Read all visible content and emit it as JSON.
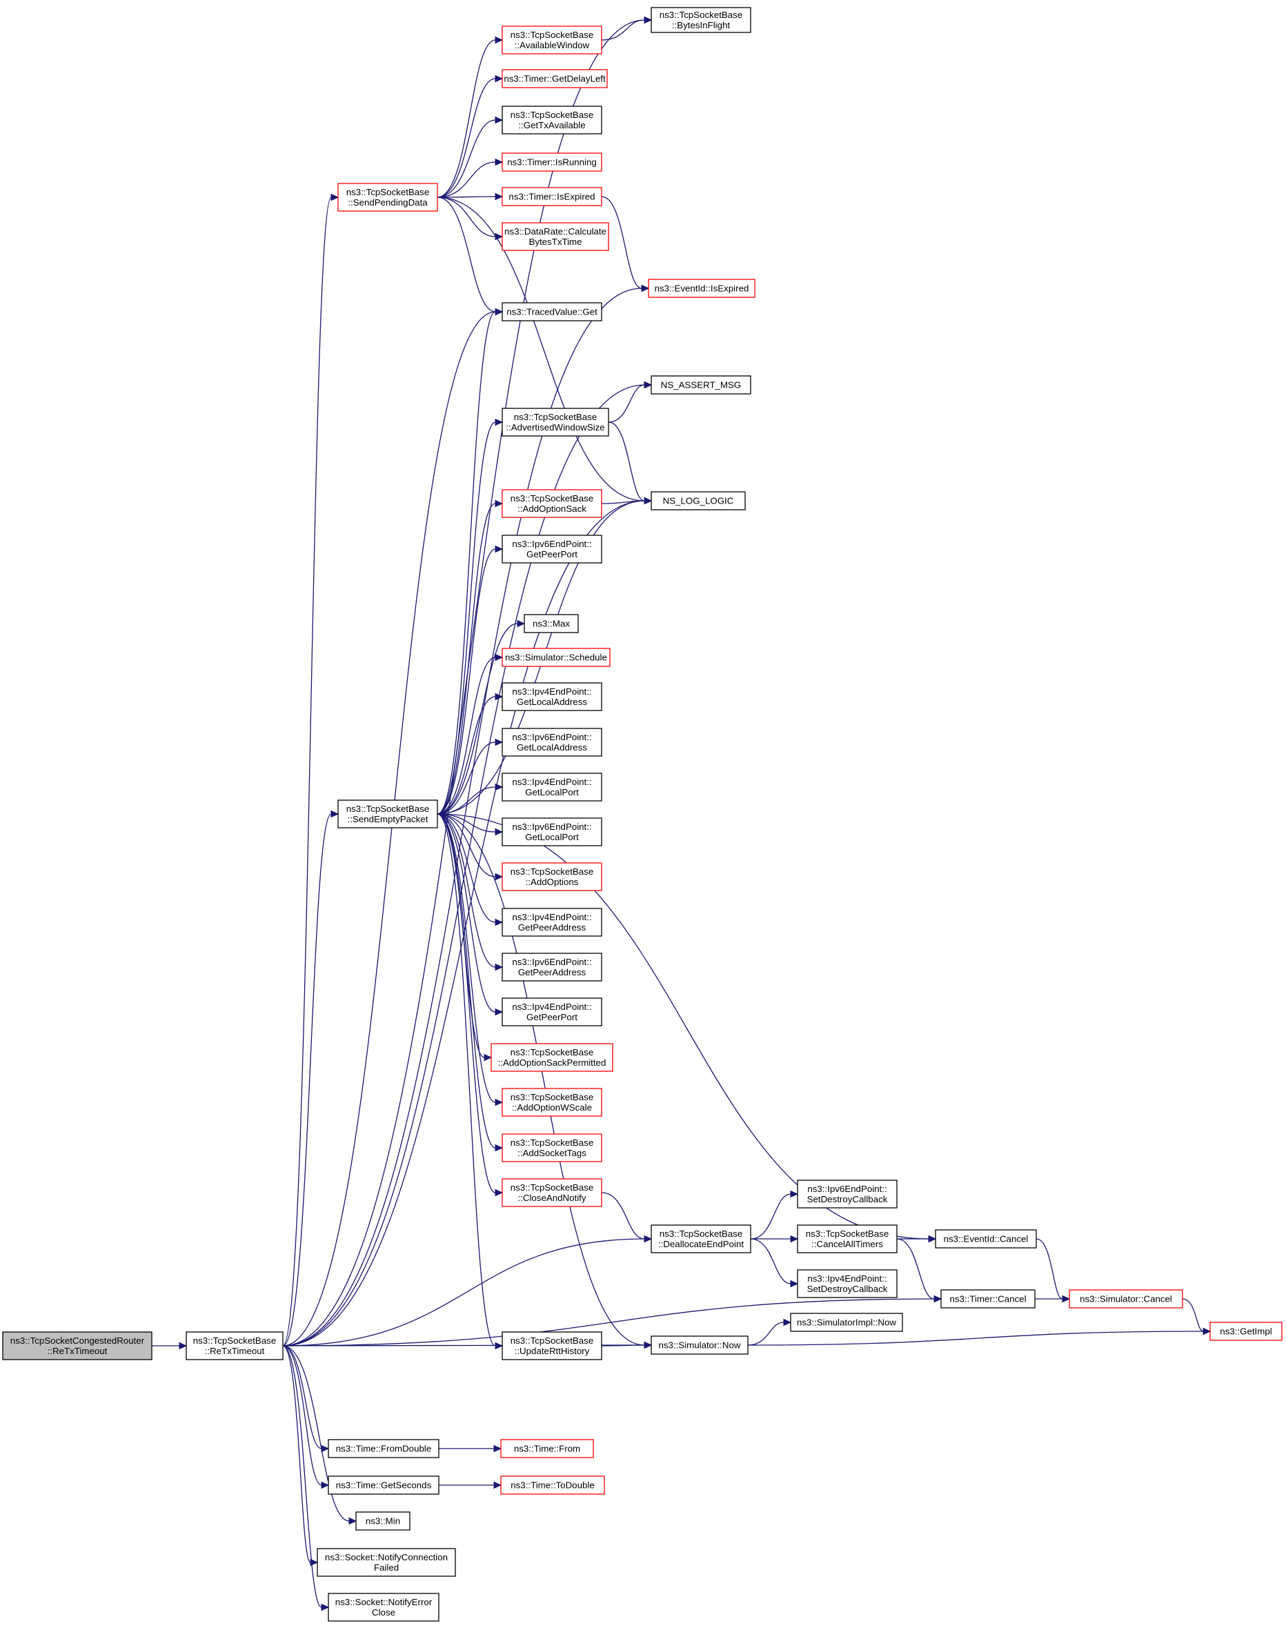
{
  "colors": {
    "edge": "#191970",
    "node_border": "#000000",
    "node_border_incomplete": "#ff0000",
    "root_fill": "#bfbfbf",
    "node_fill": "#ffffff"
  },
  "nodes": [
    {
      "id": "root",
      "lines": [
        "ns3::TcpSocketCongestedRouter",
        "::ReTxTimeout"
      ],
      "style": "root"
    },
    {
      "id": "retx",
      "lines": [
        "ns3::TcpSocketBase",
        "::ReTxTimeout"
      ],
      "style": "normal"
    },
    {
      "id": "spd",
      "lines": [
        "ns3::TcpSocketBase",
        "::SendPendingData"
      ],
      "style": "incomplete"
    },
    {
      "id": "sep",
      "lines": [
        "ns3::TcpSocketBase",
        "::SendEmptyPacket"
      ],
      "style": "normal"
    },
    {
      "id": "bif",
      "lines": [
        "ns3::TcpSocketBase",
        "::BytesInFlight"
      ],
      "style": "normal"
    },
    {
      "id": "aw",
      "lines": [
        "ns3::TcpSocketBase",
        "::AvailableWindow"
      ],
      "style": "incomplete"
    },
    {
      "id": "gdl",
      "lines": [
        "ns3::Timer::GetDelayLeft"
      ],
      "style": "incomplete"
    },
    {
      "id": "gta",
      "lines": [
        "ns3::TcpSocketBase",
        "::GetTxAvailable"
      ],
      "style": "normal"
    },
    {
      "id": "isr",
      "lines": [
        "ns3::Timer::IsRunning"
      ],
      "style": "incomplete"
    },
    {
      "id": "tie",
      "lines": [
        "ns3::Timer::IsExpired"
      ],
      "style": "incomplete"
    },
    {
      "id": "cbt",
      "lines": [
        "ns3::DataRate::Calculate",
        "BytesTxTime"
      ],
      "style": "incomplete"
    },
    {
      "id": "eie",
      "lines": [
        "ns3::EventId::IsExpired"
      ],
      "style": "incomplete"
    },
    {
      "id": "tvg",
      "lines": [
        "ns3::TracedValue::Get"
      ],
      "style": "normal"
    },
    {
      "id": "nam",
      "lines": [
        "NS_ASSERT_MSG"
      ],
      "style": "normal"
    },
    {
      "id": "aws",
      "lines": [
        "ns3::TcpSocketBase",
        "::AdvertisedWindowSize"
      ],
      "style": "normal"
    },
    {
      "id": "nll",
      "lines": [
        "NS_LOG_LOGIC"
      ],
      "style": "normal"
    },
    {
      "id": "aos",
      "lines": [
        "ns3::TcpSocketBase",
        "::AddOptionSack"
      ],
      "style": "incomplete"
    },
    {
      "id": "i6pp",
      "lines": [
        "ns3::Ipv6EndPoint::",
        "GetPeerPort"
      ],
      "style": "normal"
    },
    {
      "id": "max",
      "lines": [
        "ns3::Max"
      ],
      "style": "normal"
    },
    {
      "id": "sch",
      "lines": [
        "ns3::Simulator::Schedule"
      ],
      "style": "incomplete"
    },
    {
      "id": "i4la",
      "lines": [
        "ns3::Ipv4EndPoint::",
        "GetLocalAddress"
      ],
      "style": "normal"
    },
    {
      "id": "i6la",
      "lines": [
        "ns3::Ipv6EndPoint::",
        "GetLocalAddress"
      ],
      "style": "normal"
    },
    {
      "id": "i4lp",
      "lines": [
        "ns3::Ipv4EndPoint::",
        "GetLocalPort"
      ],
      "style": "normal"
    },
    {
      "id": "i6lp",
      "lines": [
        "ns3::Ipv6EndPoint::",
        "GetLocalPort"
      ],
      "style": "normal"
    },
    {
      "id": "ao",
      "lines": [
        "ns3::TcpSocketBase",
        "::AddOptions"
      ],
      "style": "incomplete"
    },
    {
      "id": "i4pa",
      "lines": [
        "ns3::Ipv4EndPoint::",
        "GetPeerAddress"
      ],
      "style": "normal"
    },
    {
      "id": "i6pa",
      "lines": [
        "ns3::Ipv6EndPoint::",
        "GetPeerAddress"
      ],
      "style": "normal"
    },
    {
      "id": "i4pp",
      "lines": [
        "ns3::Ipv4EndPoint::",
        "GetPeerPort"
      ],
      "style": "normal"
    },
    {
      "id": "aosp",
      "lines": [
        "ns3::TcpSocketBase",
        "::AddOptionSackPermitted"
      ],
      "style": "incomplete"
    },
    {
      "id": "aows",
      "lines": [
        "ns3::TcpSocketBase",
        "::AddOptionWScale"
      ],
      "style": "incomplete"
    },
    {
      "id": "ast",
      "lines": [
        "ns3::TcpSocketBase",
        "::AddSocketTags"
      ],
      "style": "incomplete"
    },
    {
      "id": "can",
      "lines": [
        "ns3::TcpSocketBase",
        "::CloseAndNotify"
      ],
      "style": "incomplete"
    },
    {
      "id": "urh",
      "lines": [
        "ns3::TcpSocketBase",
        "::UpdateRttHistory"
      ],
      "style": "normal"
    },
    {
      "id": "dep",
      "lines": [
        "ns3::TcpSocketBase",
        "::DeallocateEndPoint"
      ],
      "style": "normal"
    },
    {
      "id": "snow",
      "lines": [
        "ns3::Simulator::Now"
      ],
      "style": "normal"
    },
    {
      "id": "i6sdc",
      "lines": [
        "ns3::Ipv6EndPoint::",
        "SetDestroyCallback"
      ],
      "style": "normal"
    },
    {
      "id": "cat",
      "lines": [
        "ns3::TcpSocketBase",
        "::CancelAllTimers"
      ],
      "style": "normal"
    },
    {
      "id": "i4sdc",
      "lines": [
        "ns3::Ipv4EndPoint::",
        "SetDestroyCallback"
      ],
      "style": "normal"
    },
    {
      "id": "eic",
      "lines": [
        "ns3::EventId::Cancel"
      ],
      "style": "normal"
    },
    {
      "id": "tc",
      "lines": [
        "ns3::Timer::Cancel"
      ],
      "style": "normal"
    },
    {
      "id": "sc",
      "lines": [
        "ns3::Simulator::Cancel"
      ],
      "style": "incomplete"
    },
    {
      "id": "gi",
      "lines": [
        "ns3::GetImpl"
      ],
      "style": "incomplete"
    },
    {
      "id": "sin",
      "lines": [
        "ns3::SimulatorImpl::Now"
      ],
      "style": "normal"
    },
    {
      "id": "tfd",
      "lines": [
        "ns3::Time::FromDouble"
      ],
      "style": "normal"
    },
    {
      "id": "tfr",
      "lines": [
        "ns3::Time::From"
      ],
      "style": "incomplete"
    },
    {
      "id": "tgs",
      "lines": [
        "ns3::Time::GetSeconds"
      ],
      "style": "normal"
    },
    {
      "id": "ttd",
      "lines": [
        "ns3::Time::ToDouble"
      ],
      "style": "incomplete"
    },
    {
      "id": "min",
      "lines": [
        "ns3::Min"
      ],
      "style": "normal"
    },
    {
      "id": "sncf",
      "lines": [
        "ns3::Socket::NotifyConnection",
        "Failed"
      ],
      "style": "normal"
    },
    {
      "id": "snec",
      "lines": [
        "ns3::Socket::NotifyError",
        "Close"
      ],
      "style": "normal"
    }
  ],
  "edges": [
    [
      "root",
      "retx"
    ],
    [
      "retx",
      "spd"
    ],
    [
      "retx",
      "sep"
    ],
    [
      "retx",
      "bif"
    ],
    [
      "retx",
      "tvg"
    ],
    [
      "retx",
      "nam"
    ],
    [
      "retx",
      "eie"
    ],
    [
      "retx",
      "nll"
    ],
    [
      "retx",
      "dep"
    ],
    [
      "retx",
      "snow"
    ],
    [
      "retx",
      "tc"
    ],
    [
      "retx",
      "tfd"
    ],
    [
      "retx",
      "tgs"
    ],
    [
      "retx",
      "min"
    ],
    [
      "retx",
      "sncf"
    ],
    [
      "retx",
      "snec"
    ],
    [
      "spd",
      "aw"
    ],
    [
      "spd",
      "gdl"
    ],
    [
      "spd",
      "gta"
    ],
    [
      "spd",
      "isr"
    ],
    [
      "spd",
      "tie"
    ],
    [
      "spd",
      "cbt"
    ],
    [
      "spd",
      "tvg"
    ],
    [
      "spd",
      "nll"
    ],
    [
      "aw",
      "bif"
    ],
    [
      "tie",
      "eie"
    ],
    [
      "sep",
      "tvg"
    ],
    [
      "sep",
      "aws"
    ],
    [
      "sep",
      "aos"
    ],
    [
      "sep",
      "i6pp"
    ],
    [
      "sep",
      "nll"
    ],
    [
      "sep",
      "max"
    ],
    [
      "sep",
      "sch"
    ],
    [
      "sep",
      "i4la"
    ],
    [
      "sep",
      "i6la"
    ],
    [
      "sep",
      "i4lp"
    ],
    [
      "sep",
      "i6lp"
    ],
    [
      "sep",
      "ao"
    ],
    [
      "sep",
      "i4pa"
    ],
    [
      "sep",
      "i6pa"
    ],
    [
      "sep",
      "i4pp"
    ],
    [
      "sep",
      "aosp"
    ],
    [
      "sep",
      "aows"
    ],
    [
      "sep",
      "ast"
    ],
    [
      "sep",
      "can"
    ],
    [
      "sep",
      "urh"
    ],
    [
      "sep",
      "snow"
    ],
    [
      "sep",
      "eic"
    ],
    [
      "aws",
      "nam"
    ],
    [
      "aws",
      "nll"
    ],
    [
      "aos",
      "nll"
    ],
    [
      "can",
      "dep"
    ],
    [
      "urh",
      "snow"
    ],
    [
      "dep",
      "i6sdc"
    ],
    [
      "dep",
      "cat"
    ],
    [
      "dep",
      "i4sdc"
    ],
    [
      "cat",
      "eic"
    ],
    [
      "cat",
      "tc"
    ],
    [
      "eic",
      "sc"
    ],
    [
      "tc",
      "sc"
    ],
    [
      "sc",
      "gi"
    ],
    [
      "snow",
      "sin"
    ],
    [
      "snow",
      "gi"
    ],
    [
      "tfd",
      "tfr"
    ],
    [
      "tgs",
      "ttd"
    ]
  ]
}
